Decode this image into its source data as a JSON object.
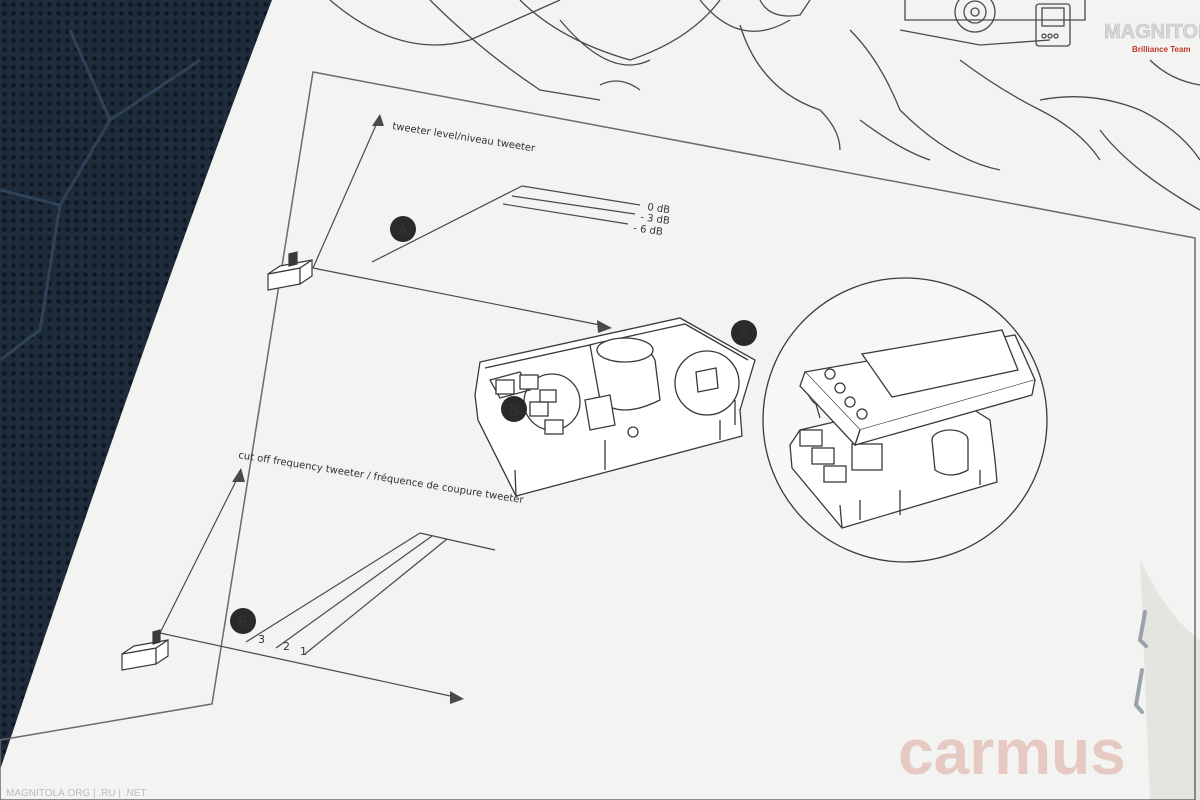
{
  "diagram": {
    "panel_a": {
      "axis_label": "tweeter level/niveau tweeter",
      "badge": "A",
      "levels": [
        "0 dB",
        "- 3 dB",
        "- 6 dB"
      ]
    },
    "panel_b": {
      "axis_label": "cut off frequency tweeter / fréquence de coupure tweeter",
      "badge": "B",
      "positions": [
        "3",
        "2",
        "1"
      ]
    },
    "crossover": {
      "badge_a": "A",
      "badge_b": "B"
    }
  },
  "watermarks": {
    "top_right": "MAGNITOLA",
    "top_right_sub": "Brilliance Team",
    "bottom_right": "carmus",
    "bottom_left": "MAGNITOLA.ORG | .RU | .NET"
  },
  "colors": {
    "paper": "#f3f3f1",
    "ink": "#3a3a3a",
    "background": "#1c2a3a",
    "watermark_red": "#c0392b"
  }
}
